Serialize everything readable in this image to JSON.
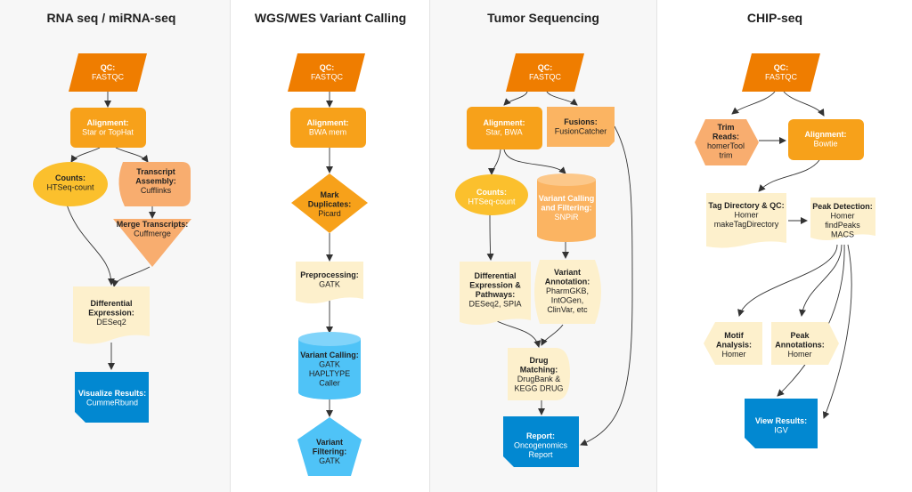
{
  "colors": {
    "dark_orange": "#ef7d00",
    "orange": "#f7a11a",
    "light_orange": "#fbb462",
    "peach": "#f8ad6f",
    "yellow": "#fbc02d",
    "cream": "#fdf0cc",
    "blue": "#0288d1",
    "light_blue": "#4fc3f7",
    "divider": "#e3e3e3",
    "column_bg": "#f7f7f7"
  },
  "columns": [
    {
      "title": "RNA seq / miRNA-seq"
    },
    {
      "title": "WGS/WES Variant Calling"
    },
    {
      "title": "Tumor Sequencing"
    },
    {
      "title": "CHIP-seq"
    }
  ],
  "nodes": {
    "rna_qc": {
      "title": "QC:",
      "lines": [
        "FASTQC"
      ]
    },
    "rna_align": {
      "title": "Alignment:",
      "lines": [
        "Star or TopHat"
      ]
    },
    "rna_counts": {
      "title": "Counts:",
      "lines": [
        "HTSeq-count"
      ]
    },
    "rna_transcript": {
      "title": "Transcript\nAssembly:",
      "lines": [
        "Cufflinks"
      ]
    },
    "rna_merge": {
      "title": "Merge Transcripts:",
      "lines": [
        "Cuffmerge"
      ]
    },
    "rna_diff": {
      "title": "Differential\nExpression:",
      "lines": [
        "DESeq2"
      ]
    },
    "rna_visualize": {
      "title": "Visualize Results:",
      "lines": [
        "CummeRbund"
      ]
    },
    "wgs_qc": {
      "title": "QC:",
      "lines": [
        "FASTQC"
      ]
    },
    "wgs_align": {
      "title": "Alignment:",
      "lines": [
        "BWA mem"
      ]
    },
    "wgs_mark": {
      "title": "Mark\nDuplicates:",
      "lines": [
        "Picard"
      ]
    },
    "wgs_pre": {
      "title": "Preprocessing:",
      "lines": [
        "GATK"
      ]
    },
    "wgs_vc": {
      "title": "Variant Calling:",
      "lines": [
        "GATK",
        "HAPLTYPE",
        "Caller"
      ]
    },
    "wgs_vf": {
      "title": "Variant\nFiltering:",
      "lines": [
        "GATK"
      ]
    },
    "tum_qc": {
      "title": "QC:",
      "lines": [
        "FASTQC"
      ]
    },
    "tum_align": {
      "title": "Alignment:",
      "lines": [
        "Star, BWA"
      ]
    },
    "tum_fusions": {
      "title": "Fusions:",
      "lines": [
        "FusionCatcher"
      ]
    },
    "tum_counts": {
      "title": "Counts:",
      "lines": [
        "HTSeq-count"
      ]
    },
    "tum_vcf": {
      "title": "Variant Calling\nand Filtering:",
      "lines": [
        "SNPiR"
      ]
    },
    "tum_diff": {
      "title": "Differential\nExpression &\nPathways:",
      "lines": [
        "DESeq2, SPIA"
      ]
    },
    "tum_vanno": {
      "title": "Variant\nAnnotation:",
      "lines": [
        "PharmGKB,",
        "IntOGen,",
        "ClinVar, etc"
      ]
    },
    "tum_drug": {
      "title": "Drug\nMatching:",
      "lines": [
        "DrugBank &",
        "KEGG DRUG"
      ]
    },
    "tum_report": {
      "title": "Report:",
      "lines": [
        "Oncogenomics",
        "Report"
      ]
    },
    "chip_qc": {
      "title": "QC:",
      "lines": [
        "FASTQC"
      ]
    },
    "chip_trim": {
      "title": "Trim\nReads:",
      "lines": [
        "homerTool",
        "trim"
      ]
    },
    "chip_align": {
      "title": "Alignment:",
      "lines": [
        "Bowtie"
      ]
    },
    "chip_tag": {
      "title": "Tag Directory & QC:",
      "lines": [
        "Homer",
        "makeTagDirectory"
      ]
    },
    "chip_peak": {
      "title": "Peak Detection:",
      "lines": [
        "Homer",
        "findPeaks",
        "MACS"
      ]
    },
    "chip_motif": {
      "title": "Motif\nAnalysis:",
      "lines": [
        "Homer"
      ]
    },
    "chip_peakann": {
      "title": "Peak\nAnnotations:",
      "lines": [
        "Homer"
      ]
    },
    "chip_view": {
      "title": "View Results:",
      "lines": [
        "IGV"
      ]
    }
  }
}
